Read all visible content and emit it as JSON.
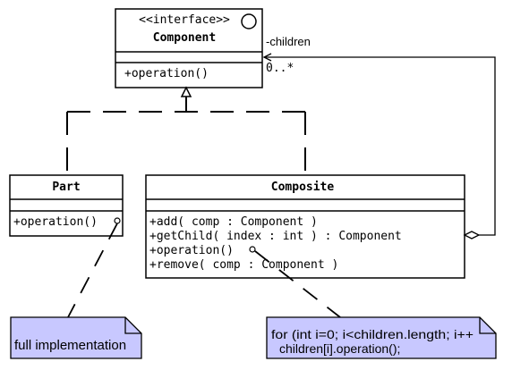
{
  "diagram": {
    "interface_box": {
      "stereotype": "<<interface>>",
      "name": "Component",
      "operations": [
        "+operation()"
      ]
    },
    "part_box": {
      "name": "Part",
      "operations": [
        "+operation()"
      ]
    },
    "composite_box": {
      "name": "Composite",
      "operations": [
        "+add( comp : Component )",
        "+getChild( index : int ) : Component",
        "+operation()",
        "+remove( comp : Component )"
      ]
    },
    "association": {
      "role": "-children",
      "multiplicity": "0..*"
    },
    "notes": {
      "part_note": "full implementation",
      "composite_note_line1": "for (int i=0; i<children.length; i++",
      "composite_note_line2": "children[i].operation();"
    },
    "colors": {
      "note_fill": "#c8c8ff",
      "line": "#000000",
      "background": "#ffffff"
    }
  }
}
